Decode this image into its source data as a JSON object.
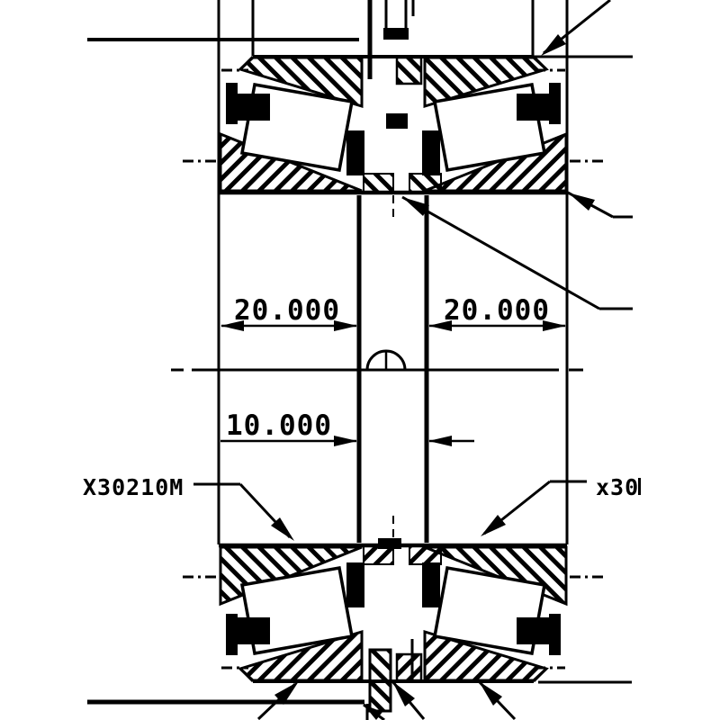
{
  "drawing": {
    "type": "engineering-cross-section",
    "subject": "tapered-roller-bearing-pair-arrangement",
    "dimensions": {
      "left_bearing_width": "20.000",
      "right_bearing_width": "20.000",
      "spacer_width": "10.000"
    },
    "labels": {
      "left_bearing": "X30210M",
      "right_bearing_partial": "x30"
    },
    "colors": {
      "line": "#000000",
      "background": "#ffffff"
    }
  }
}
